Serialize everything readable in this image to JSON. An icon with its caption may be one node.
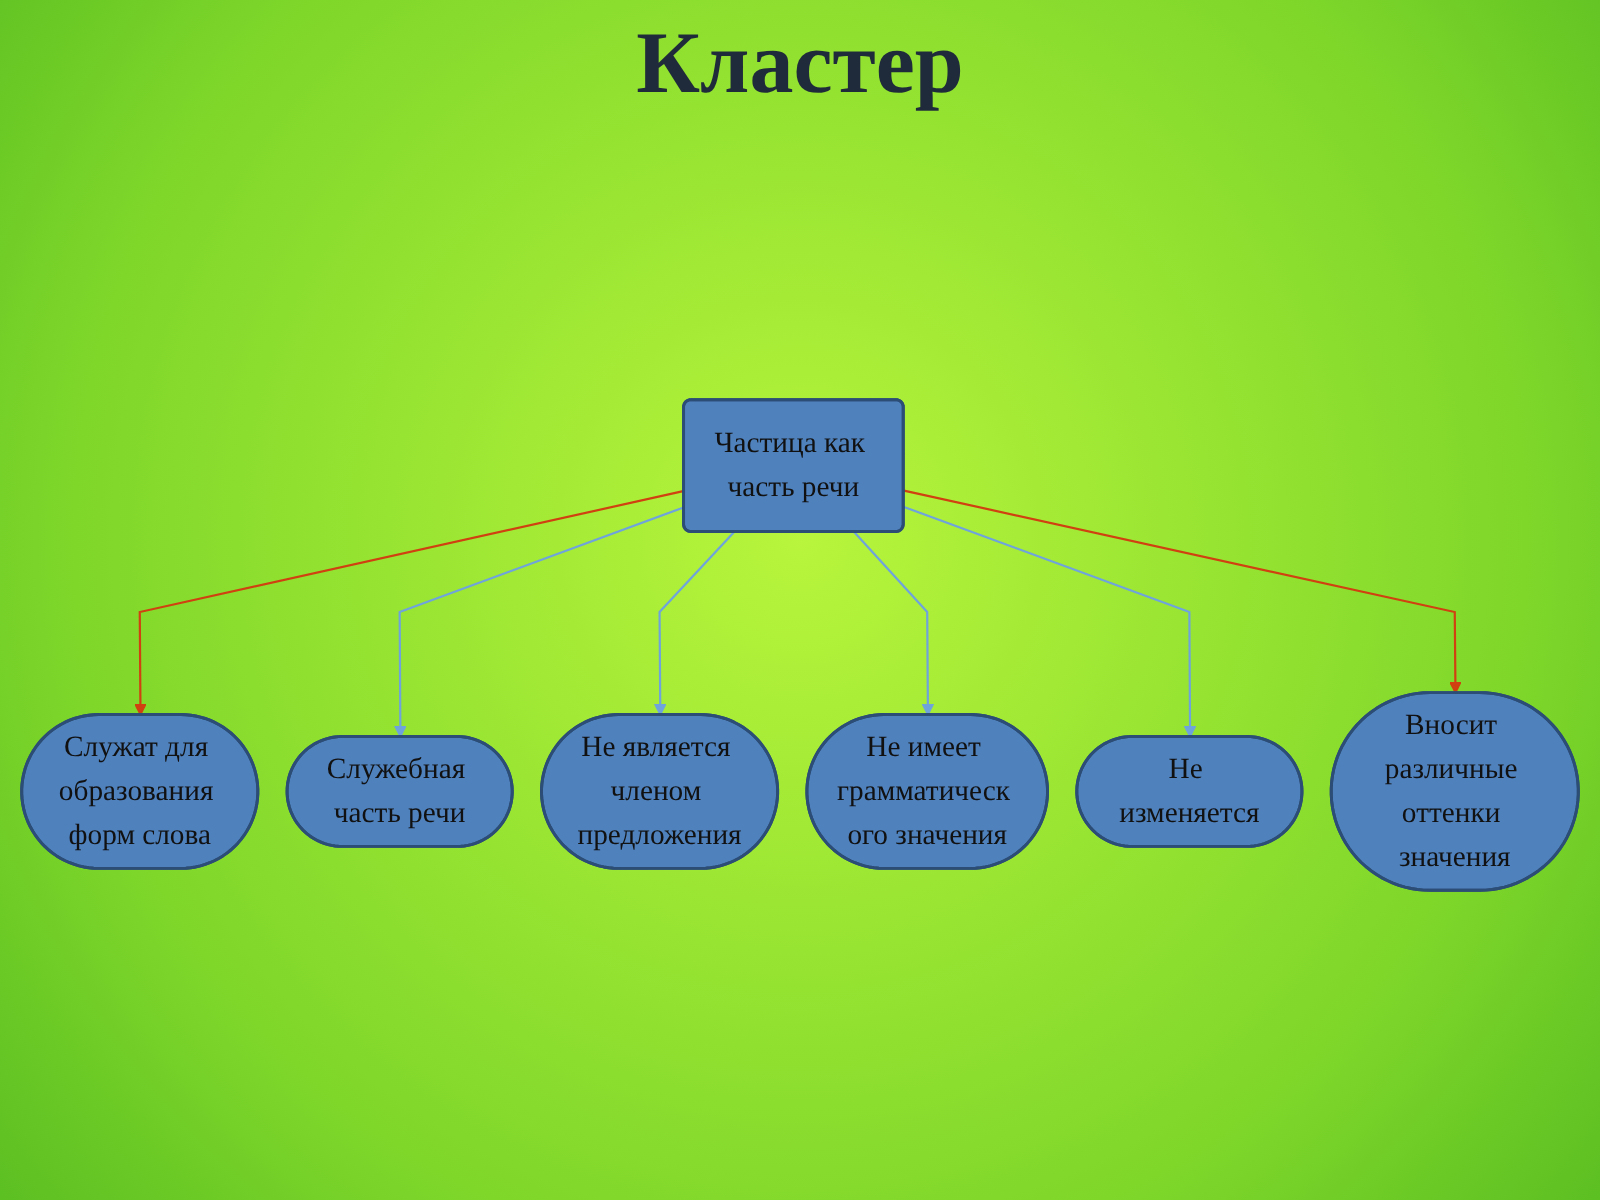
{
  "diagram": {
    "title": "Кластер",
    "nodes": [
      {
        "text": [
          "Служат для образования форм слова"
        ]
      },
      {
        "text": [
          "Служебная часть речи"
        ]
      },
      {
        "text": [
          "Не является членом предложения"
        ]
      },
      {
        "text": [
          "Частица как часть речи"
        ]
      },
      {
        "text": [
          "Не имеет грамматическ ого значения"
        ]
      },
      {
        "text": [
          "Не изменяется"
        ]
      },
      {
        "text": [
          "Вносит различные оттенки значения"
        ]
      }
    ],
    "edges": [
      {
        "from": 3,
        "to": 0,
        "arrow": "to",
        "color": "#d04010"
      },
      {
        "from": 3,
        "to": 1,
        "arrow": "to"
      },
      {
        "from": 3,
        "to": 2,
        "arrow": "to"
      },
      {
        "from": 3,
        "to": 4,
        "arrow": "to"
      },
      {
        "from": 3,
        "to": 5,
        "arrow": "to"
      },
      {
        "from": 3,
        "to": 6,
        "arrow": "to",
        "color": "#d04010"
      }
    ]
  }
}
